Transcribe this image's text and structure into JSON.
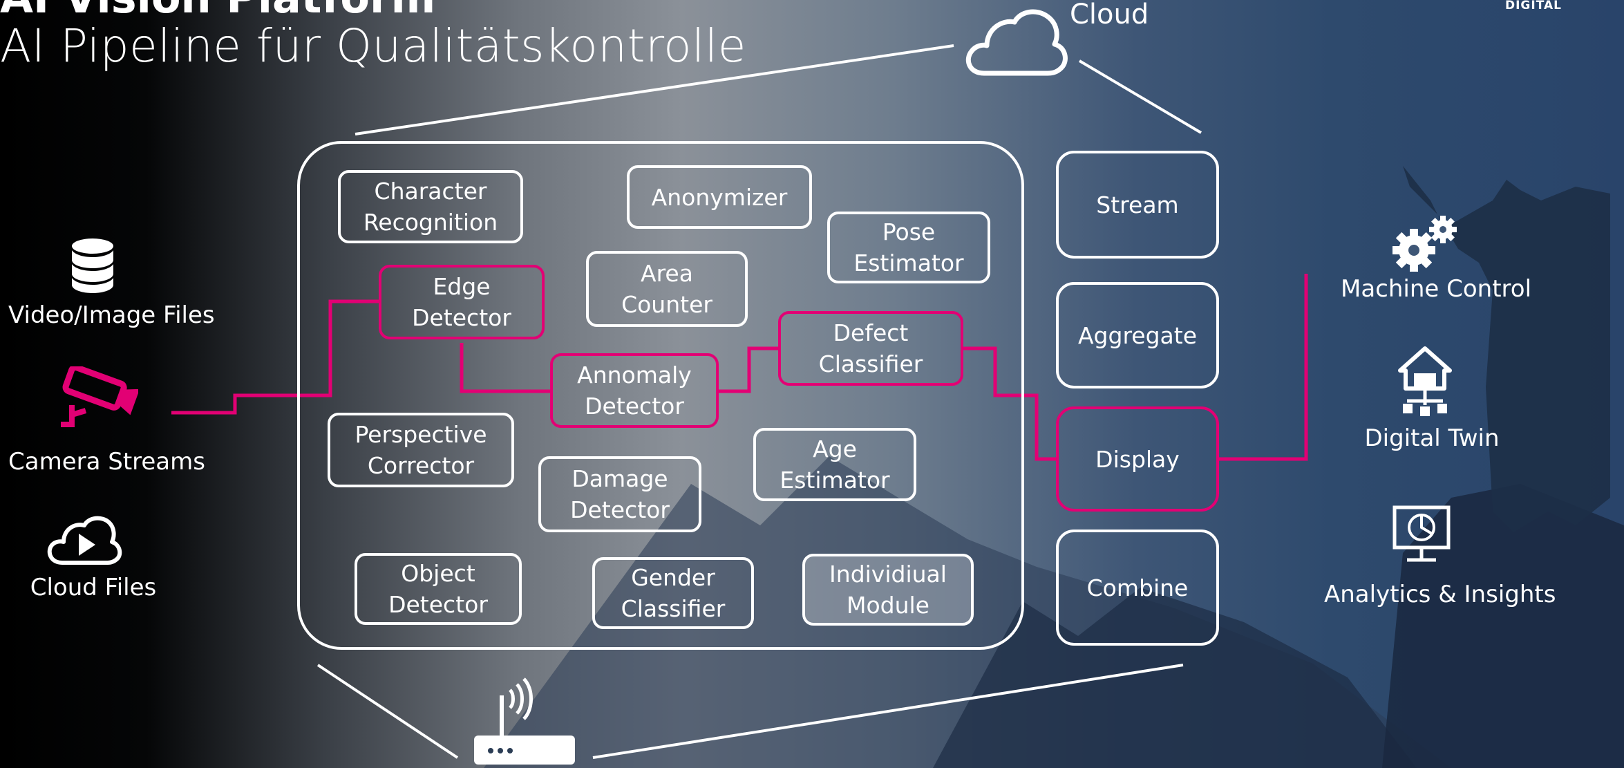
{
  "header": {
    "title_top": "AI Vision Platform",
    "title": "AI Pipeline für Qualitätskontrolle",
    "brand": "DIGITAL"
  },
  "cloud": {
    "label": "Cloud"
  },
  "inputs": [
    {
      "label": "Video/Image Files",
      "icon": "database-icon"
    },
    {
      "label": "Camera Streams",
      "icon": "security-camera-icon"
    },
    {
      "label": "Cloud Files",
      "icon": "cloud-play-icon"
    }
  ],
  "modules": {
    "character_recognition": "Character\nRecognition",
    "anonymizer": "Anonymizer",
    "pose_estimator": "Pose\nEstimator",
    "edge_detector": "Edge\nDetector",
    "area_counter": "Area\nCounter",
    "defect_classifier": "Defect\nClassifier",
    "annomaly_detector": "Annomaly\nDetector",
    "perspective_corrector": "Perspective\nCorrector",
    "age_estimator": "Age\nEstimator",
    "damage_detector": "Damage\nDetector",
    "object_detector": "Object\nDetector",
    "gender_classifier": "Gender\nClassifier",
    "individual_module": "Individiual\nModule"
  },
  "outputs_ops": {
    "stream": "Stream",
    "aggregate": "Aggregate",
    "display": "Display",
    "combine": "Combine"
  },
  "targets": [
    {
      "label": "Machine Control",
      "icon": "gears-icon"
    },
    {
      "label": "Digital Twin",
      "icon": "house-network-icon"
    },
    {
      "label": "Analytics & Insights",
      "icon": "monitor-pie-chart-icon"
    }
  ],
  "edge_device": {
    "icon": "router-icon"
  },
  "colors": {
    "accent": "#e20074",
    "line": "#ffffff"
  }
}
